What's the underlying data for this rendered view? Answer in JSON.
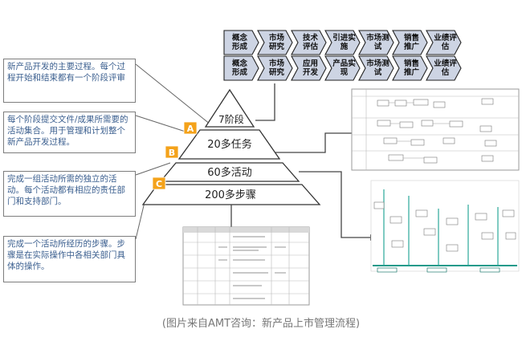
{
  "descriptions": [
    "新产品开发的主要过程。每个过程开始和结束都有一个阶段评审",
    "每个阶段提交文件/成果所需要的活动集合。用于管理和计划整个新产品开发过程。",
    "完成一组活动所需的独立的活动。每个活动都有相应的责任部门和支持部门。",
    "完成一个活动所经历的步骤。步骤是在实际操作中各相关部门具体的操作。"
  ],
  "pyramid_levels": [
    "7阶段",
    "20多任务",
    "60多活动",
    "200多步骤"
  ],
  "markers": [
    "A",
    "B",
    "C"
  ],
  "chevron_rows": [
    [
      "概念\n形成",
      "市场\n研究",
      "技术\n评估",
      "引进实\n施",
      "市场测\n试",
      "销售\n推广",
      "业绩评\n估"
    ],
    [
      "概念\n形成",
      "市场\n研究",
      "应用\n开发",
      "产品实\n现",
      "市场测\n试",
      "销售\n推广",
      "业绩评\n估"
    ]
  ],
  "caption": "(图片来自AMT咨询：新产品上市管理流程)",
  "colors": {
    "chevron_fill": "#cdd4e3",
    "pyramid_fill": "#ffffff",
    "marker_fill": "#f4a21a",
    "text_blue": "#3b5f8f",
    "line": "#555555"
  }
}
